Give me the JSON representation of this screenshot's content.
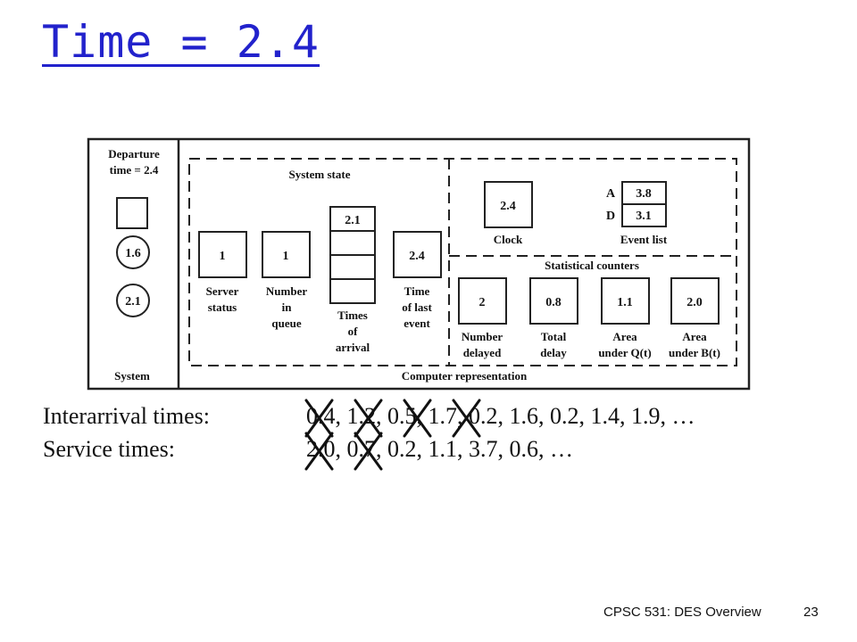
{
  "title": "Time = 2.4",
  "diagram": {
    "departure_label": [
      "Departure",
      "time = 2.4"
    ],
    "circles": [
      "1.6",
      "2.1"
    ],
    "system_label": "System",
    "system_state_label": "System state",
    "server_status": {
      "value": "1",
      "label": [
        "Server",
        "status"
      ]
    },
    "number_in_queue": {
      "value": "1",
      "label": [
        "Number",
        "in",
        "queue"
      ]
    },
    "times_of_arrival": {
      "values": [
        "2.1",
        "",
        "",
        ""
      ],
      "label": [
        "Times",
        "of",
        "arrival"
      ]
    },
    "time_of_last_event": {
      "value": "2.4",
      "label": [
        "Time",
        "of last",
        "event"
      ]
    },
    "clock": {
      "value": "2.4",
      "label": "Clock"
    },
    "event_list": {
      "label": "Event list",
      "rows": [
        {
          "key": "A",
          "value": "3.8"
        },
        {
          "key": "D",
          "value": "3.1"
        }
      ]
    },
    "statistical_counters_label": "Statistical counters",
    "counters": [
      {
        "value": "2",
        "label": [
          "Number",
          "delayed"
        ]
      },
      {
        "value": "0.8",
        "label": [
          "Total",
          "delay"
        ]
      },
      {
        "value": "1.1",
        "label": [
          "Area",
          "under Q(t)"
        ]
      },
      {
        "value": "2.0",
        "label": [
          "Area",
          "under B(t)"
        ]
      }
    ],
    "computer_representation_label": "Computer representation"
  },
  "sequences": {
    "interarrival": {
      "label": "Interarrival times:",
      "values": "0.4, 1.2, 0.5, 1.7, 0.2, 1.6, 0.2, 1.4, 1.9, …"
    },
    "service": {
      "label": "Service times:",
      "values": "2.0, 0.7, 0.2, 1.1, 3.7, 0.6, …"
    }
  },
  "footer": {
    "course": "CPSC 531: DES Overview",
    "page": "23"
  }
}
